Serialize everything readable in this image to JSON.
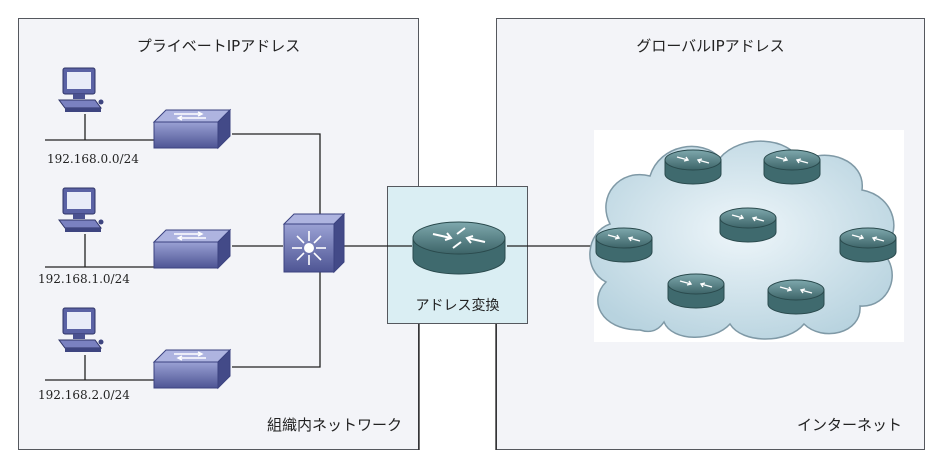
{
  "private_area": {
    "title": "プライベートIPアドレス",
    "corner_label": "組織内ネットワーク",
    "subnets": [
      "192.168.0.0/24",
      "192.168.1.0/24",
      "192.168.2.0/24"
    ]
  },
  "global_area": {
    "title": "グローバルIPアドレス",
    "corner_label": "インターネット"
  },
  "nat": {
    "label": "アドレス変換"
  },
  "icons": [
    "pc-icon",
    "switch-icon",
    "multilayer-switch-icon",
    "router-icon",
    "cloud-icon"
  ],
  "colors": {
    "panel_fill": "#f3f4f8",
    "nat_fill": "#daeef3",
    "switch_fill": "#6a72b0",
    "router_fill": "#5f8b90",
    "cloud_fill": "#d4e6ee"
  }
}
